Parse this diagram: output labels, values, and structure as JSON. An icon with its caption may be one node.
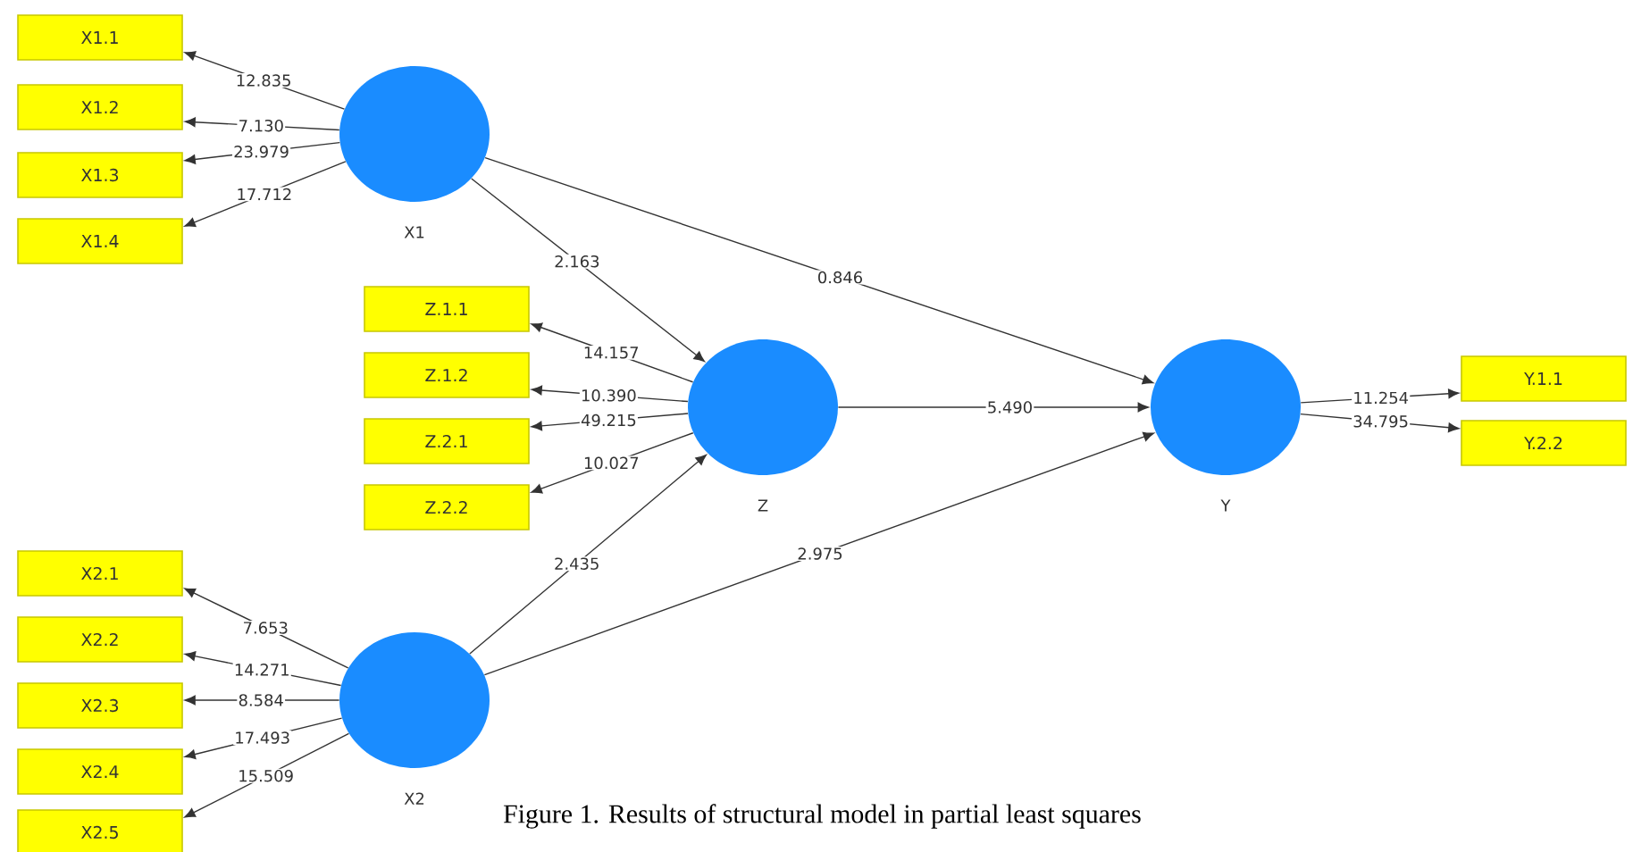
{
  "diagram": {
    "caption": "Figure 1. Results of structural model in partial least squares",
    "nodes": [
      {
        "text": [
          "X1.1"
        ]
      },
      {
        "text": [
          "X1.2"
        ]
      },
      {
        "text": [
          "X1.3"
        ]
      },
      {
        "text": [
          "X1.4"
        ]
      },
      {
        "text": [
          "X1"
        ]
      },
      {
        "text": [
          "Z.1.1"
        ]
      },
      {
        "text": [
          "Z.1.2"
        ]
      },
      {
        "text": [
          "Z.2.1"
        ]
      },
      {
        "text": [
          "Z.2.2"
        ]
      },
      {
        "text": [
          "Z"
        ]
      },
      {
        "text": [
          "Y"
        ]
      },
      {
        "text": [
          "Y.1.1"
        ]
      },
      {
        "text": [
          "Y.2.2"
        ]
      },
      {
        "text": [
          "X2.1"
        ]
      },
      {
        "text": [
          "X2.2"
        ]
      },
      {
        "text": [
          "X2.3"
        ]
      },
      {
        "text": [
          "X2.4"
        ]
      },
      {
        "text": [
          "X2.5"
        ]
      },
      {
        "text": [
          "X2"
        ]
      }
    ],
    "edges": [
      {
        "from": 4,
        "to": 0,
        "arrow": "to",
        "label": "12.835"
      },
      {
        "from": 4,
        "to": 1,
        "arrow": "to",
        "label": "7.130"
      },
      {
        "from": 4,
        "to": 2,
        "arrow": "to",
        "label": "23.979"
      },
      {
        "from": 4,
        "to": 3,
        "arrow": "to",
        "label": "17.712"
      },
      {
        "from": 4,
        "to": 9,
        "arrow": "to",
        "label": "2.163"
      },
      {
        "from": 4,
        "to": 10,
        "arrow": "to",
        "label": "0.846"
      },
      {
        "from": 9,
        "to": 5,
        "arrow": "to",
        "label": "14.157"
      },
      {
        "from": 9,
        "to": 6,
        "arrow": "to",
        "label": "10.390"
      },
      {
        "from": 9,
        "to": 7,
        "arrow": "to",
        "label": "49.215"
      },
      {
        "from": 9,
        "to": 8,
        "arrow": "to",
        "label": "10.027"
      },
      {
        "from": 9,
        "to": 10,
        "arrow": "to",
        "label": "5.490"
      },
      {
        "from": 10,
        "to": 11,
        "arrow": "to",
        "label": "11.254"
      },
      {
        "from": 10,
        "to": 12,
        "arrow": "to",
        "label": "34.795"
      },
      {
        "from": 18,
        "to": 13,
        "arrow": "to",
        "label": "7.653"
      },
      {
        "from": 18,
        "to": 14,
        "arrow": "to",
        "label": "14.271"
      },
      {
        "from": 18,
        "to": 15,
        "arrow": "to",
        "label": "8.584"
      },
      {
        "from": 18,
        "to": 16,
        "arrow": "to",
        "label": "17.493"
      },
      {
        "from": 18,
        "to": 17,
        "arrow": "to",
        "label": "15.509"
      },
      {
        "from": 18,
        "to": 9,
        "arrow": "to",
        "label": "2.435"
      },
      {
        "from": 18,
        "to": 10,
        "arrow": "to",
        "label": "2.975"
      }
    ]
  }
}
